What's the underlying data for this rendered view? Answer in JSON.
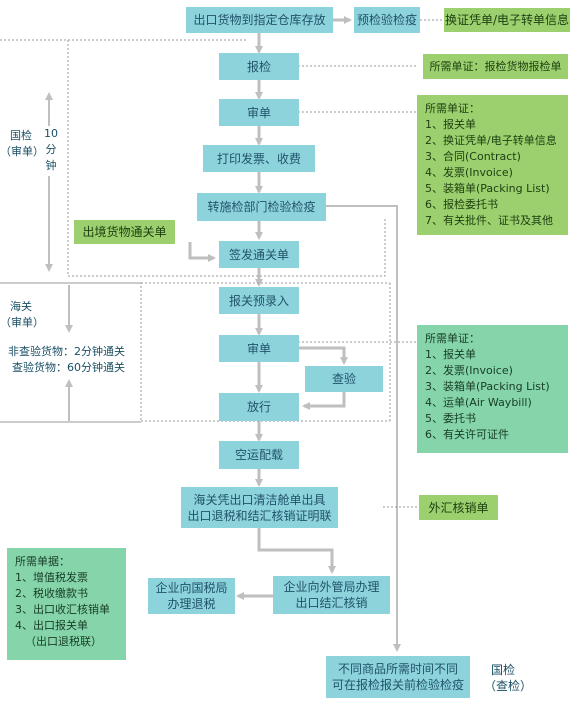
{
  "steps": {
    "warehouse": "出口货物到指定仓库存放",
    "pre_inspection": "预检验检疫",
    "exchange_certificate": "换证凭单/电子转单信息",
    "declare_inspection": "报检",
    "review1": "审单",
    "print_invoice": "打印发票、收费",
    "transfer_inspection": "转施检部门检验检疫",
    "outbound_pass": "出境货物通关单",
    "issue_pass": "签发通关单",
    "customs_prerecord": "报关预录入",
    "review2": "审单",
    "inspect": "查验",
    "release": "放行",
    "air_loading": "空运配载",
    "customs_clearance_line1": "海关凭出口清洁舱单出具",
    "customs_clearance_line2": "出口退税和结汇核销证明联",
    "forex_form": "外汇核销单",
    "tax_refund_line1": "企业向国税局",
    "tax_refund_line2": "办理退税",
    "forex_bureau_line1": "企业向外管局办理",
    "forex_bureau_line2": "出口结汇核销",
    "note_line1": "不同商品所需时间不同",
    "note_line2": "可在报检报关前检验检疫"
  },
  "docs_inspection": {
    "title": "所需单证：报检货物报检单"
  },
  "docs_review": {
    "title": "所需单证：",
    "items": [
      "1、报关单",
      "2、换证凭单/电子转单信息",
      "3、合同(Contract)",
      "4、发票(Invoice)",
      "5、装箱单(Packing List)",
      "6、报检委托书",
      "7、有关批件、证书及其他"
    ]
  },
  "docs_customs": {
    "title": "所需单证：",
    "items": [
      "1、报关单",
      "2、发票(Invoice)",
      "3、装箱单(Packing List)",
      "4、运单(Air Waybill)",
      "5、委托书",
      "6、有关许可证件"
    ]
  },
  "docs_refund": {
    "title": "所需单据：",
    "items": [
      "1、增值税发票",
      "2、税收缴款书",
      "3、出口收汇核销单",
      "4、出口报关单"
    ],
    "note": "（出口退税联）"
  },
  "labels": {
    "guojian_line1": "国检",
    "guojian_line2": "（审单）",
    "ten_minutes": [
      "10",
      "分",
      "钟"
    ],
    "customs_line1": "海关",
    "customs_line2": "（审单）",
    "no_inspect": "非查验货物：2分钟通关",
    "inspect_goods": "查验货物：60分钟通关",
    "guojian2_line1": "国检",
    "guojian2_line2": "（查检）"
  },
  "colors": {
    "main": "#8dd3dc",
    "lime": "#9ccf6e",
    "mint": "#86d4a9",
    "arrow": "#bfbfbf",
    "dotted": "#9a9a9a"
  }
}
